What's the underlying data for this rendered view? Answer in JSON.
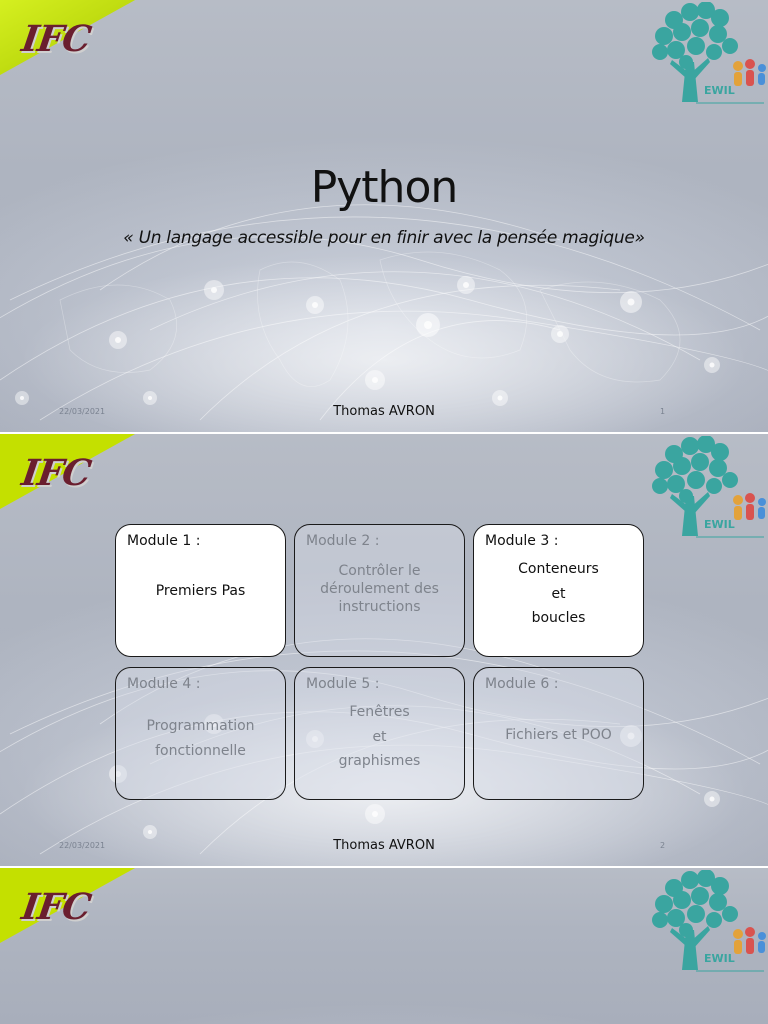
{
  "branding": {
    "left_logo": "IFC",
    "right_logo_icon": "tree-logo-icon",
    "right_logo_text": "EWIL"
  },
  "slides": [
    {
      "title": "Python",
      "subtitle": "« Un langage accessible pour en finir avec la pensée magique»",
      "footer": {
        "date": "22/03/2021",
        "author": "Thomas AVRON",
        "page": "1"
      }
    },
    {
      "modules": [
        {
          "label": "Module 1 :",
          "lines": [
            "Premiers Pas"
          ],
          "state": "active"
        },
        {
          "label": "Module 2 :",
          "lines": [
            "Contrôler le",
            "déroulement des",
            "instructions"
          ],
          "state": "dim"
        },
        {
          "label": "Module 3 :",
          "lines": [
            "Conteneurs",
            "et",
            "boucles"
          ],
          "state": "active"
        },
        {
          "label": "Module 4 :",
          "lines": [
            "Programmation",
            "fonctionnelle"
          ],
          "state": "dim"
        },
        {
          "label": "Module 5 :",
          "lines": [
            "Fenêtres",
            "et",
            "graphismes"
          ],
          "state": "dim"
        },
        {
          "label": "Module 6 :",
          "lines": [
            "Fichiers et POO"
          ],
          "state": "dim"
        }
      ],
      "footer": {
        "date": "22/03/2021",
        "author": "Thomas AVRON",
        "page": "2"
      }
    },
    {}
  ],
  "colors": {
    "slide_background": "#aeb4c0",
    "ifc_corner_green": "#c4e000",
    "ifc_text": "#6a1e2e",
    "tree_teal": "#3aa5a0",
    "tree_trunk": "#3aa5a0"
  }
}
